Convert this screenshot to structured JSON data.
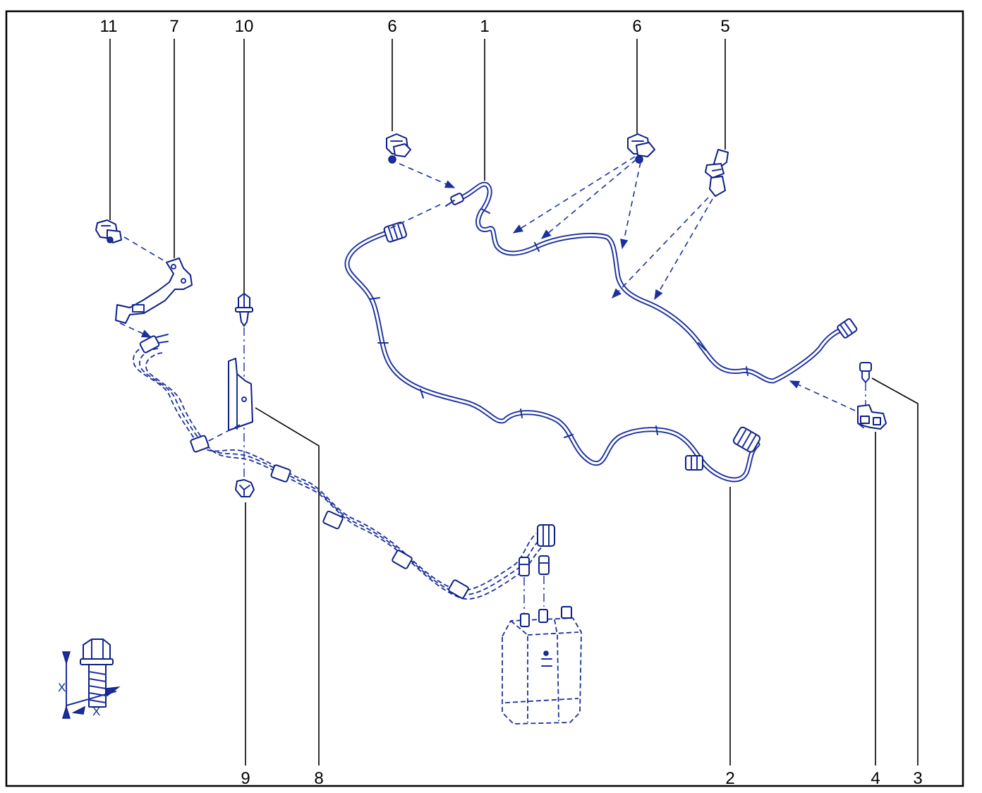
{
  "diagram": {
    "colors": {
      "line": "#1b2f9e",
      "text": "#000000",
      "frame": "#000000"
    },
    "callouts_top": [
      {
        "id": "c11-top",
        "label": "11"
      },
      {
        "id": "c7-top",
        "label": "7"
      },
      {
        "id": "c10-top",
        "label": "10"
      },
      {
        "id": "c6-top-left",
        "label": "6"
      },
      {
        "id": "c1-top",
        "label": "1"
      },
      {
        "id": "c6-top-right",
        "label": "6"
      },
      {
        "id": "c5-top",
        "label": "5"
      }
    ],
    "callouts_bottom": [
      {
        "id": "c9-bottom",
        "label": "9"
      },
      {
        "id": "c8-bottom",
        "label": "8"
      },
      {
        "id": "c2-bottom",
        "label": "2"
      },
      {
        "id": "c4-bottom",
        "label": "4"
      },
      {
        "id": "c3-bottom",
        "label": "3"
      }
    ],
    "torque_symbol": {
      "label_a": "X",
      "label_b": "X"
    }
  }
}
